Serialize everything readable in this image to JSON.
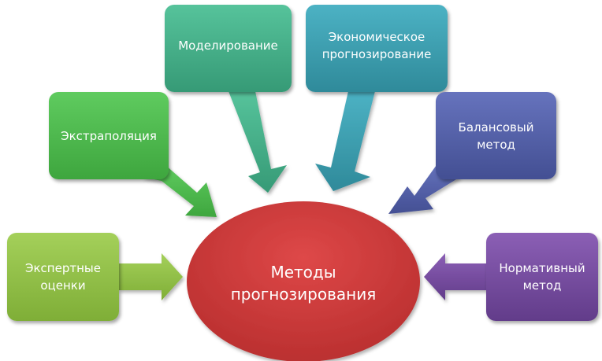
{
  "diagram": {
    "center": {
      "label": "Методы\nпрогнозирования",
      "color": "#cc3a3a"
    },
    "nodes": [
      {
        "id": "expert",
        "label": "Экспертные\nоценки",
        "color_top": "#a4d05a",
        "color_bottom": "#7fae37"
      },
      {
        "id": "extrapolation",
        "label": "Экстраполяция",
        "color_top": "#5fcb5f",
        "color_bottom": "#3ea63e"
      },
      {
        "id": "modeling",
        "label": "Моделирование",
        "color_top": "#56c39b",
        "color_bottom": "#369a76"
      },
      {
        "id": "economic",
        "label": "Экономическое\nпрогнозирование",
        "color_top": "#4cb2c4",
        "color_bottom": "#2f8a9a"
      },
      {
        "id": "balance",
        "label": "Балансовый\nметод",
        "color_top": "#6673bd",
        "color_bottom": "#434f93"
      },
      {
        "id": "normative",
        "label": "Нормативный\nметод",
        "color_top": "#8b5fb5",
        "color_bottom": "#623c8a"
      }
    ]
  }
}
